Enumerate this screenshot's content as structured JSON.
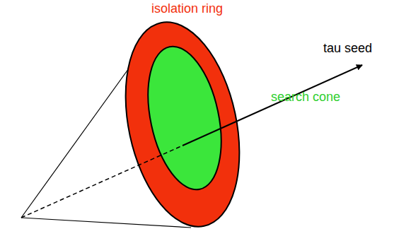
{
  "diagram": {
    "labels": [
      "isolation ring",
      "tau seed",
      "search cone"
    ]
  }
}
